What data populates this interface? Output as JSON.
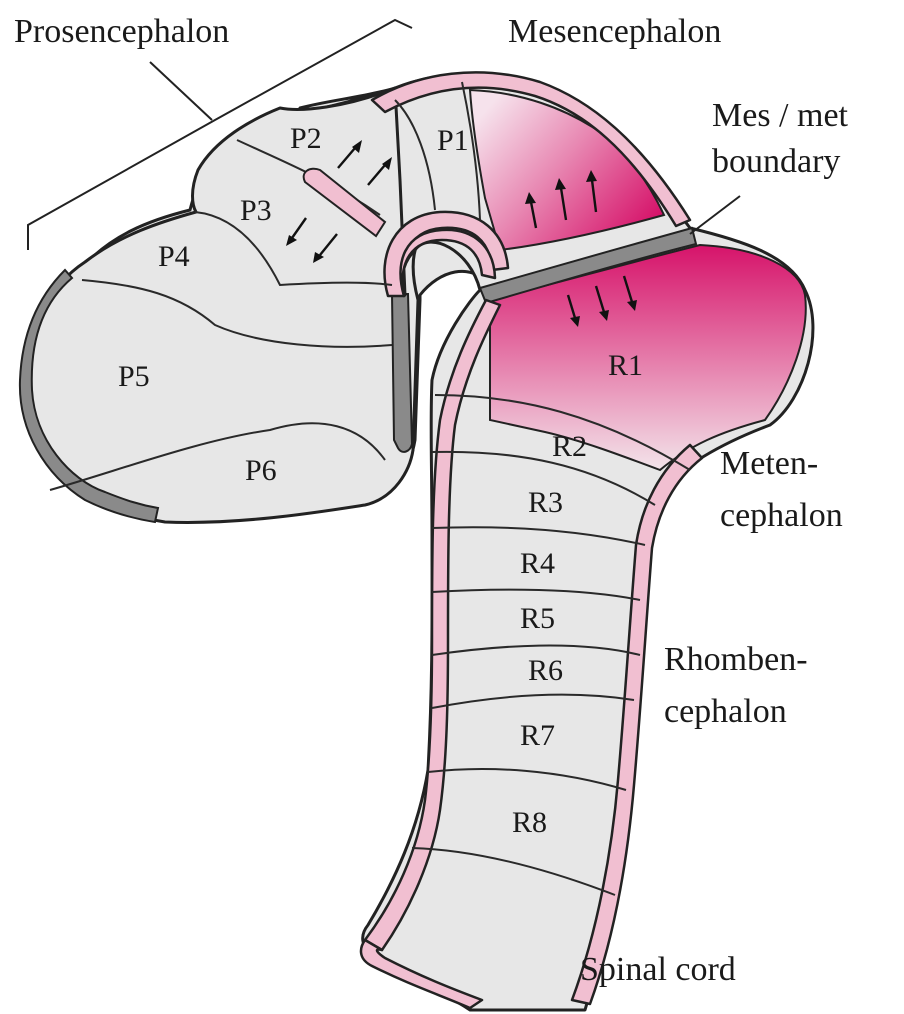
{
  "labels": {
    "prosencephalon": "Prosencephalon",
    "mesencephalon": "Mesencephalon",
    "mes_met_line1": "Mes / met",
    "mes_met_line2": "boundary",
    "metencephalon_line1": "Meten-",
    "metencephalon_line2": "cephalon",
    "rhombencephalon_line1": "Rhomben-",
    "rhombencephalon_line2": "cephalon",
    "spinal_cord": "Spinal cord"
  },
  "prosomeres": [
    "P1",
    "P2",
    "P3",
    "P4",
    "P5",
    "P6"
  ],
  "rhombomeres": [
    "R1",
    "R2",
    "R3",
    "R4",
    "R5",
    "R6",
    "R7",
    "R8"
  ],
  "colors": {
    "tissue": "#e7e7e7",
    "ventricle_wall": "#f1bfd1",
    "signal_magenta": "#d6136a",
    "boundary_gray": "#8a8a8a"
  }
}
